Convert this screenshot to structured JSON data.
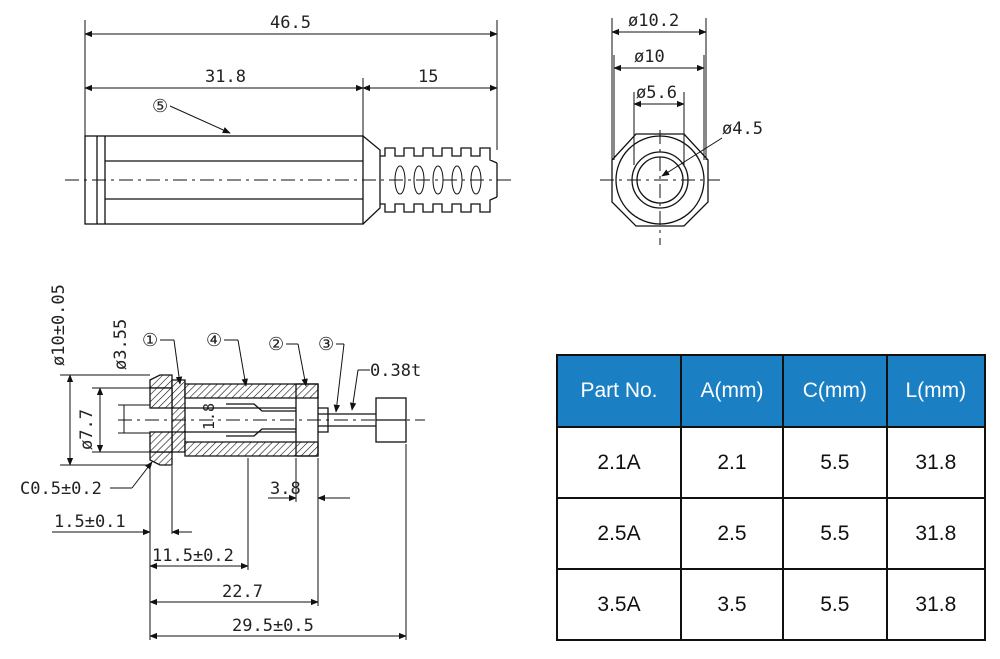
{
  "top_view": {
    "dim_total": "46.5",
    "dim_body": "31.8",
    "dim_tail": "15",
    "callout_5": "⑤"
  },
  "end_view": {
    "d_outer": "ø10.2",
    "d_body": "ø10",
    "d_hole": "ø5.6",
    "d_pin": "ø4.5"
  },
  "section_view": {
    "d_outer_tol": "ø10±0.05",
    "d_inner": "ø3.55",
    "d_bore": "ø7.7",
    "pin_dim": "1.8",
    "callout_1": "①",
    "callout_4": "④",
    "callout_2": "②",
    "callout_3": "③",
    "thickness": "0.38t",
    "chamfer": "C0.5±0.2",
    "dim_3_8": "3.8",
    "dim_1_5": "1.5±0.1",
    "dim_11_5": "11.5±0.2",
    "dim_22_7": "22.7",
    "dim_29_5": "29.5±0.5"
  },
  "spec_table": {
    "headers": [
      "Part No.",
      "A(mm)",
      "C(mm)",
      "L(mm)"
    ],
    "rows": [
      [
        "2.1A",
        "2.1",
        "5.5",
        "31.8"
      ],
      [
        "2.5A",
        "2.5",
        "5.5",
        "31.8"
      ],
      [
        "3.5A",
        "3.5",
        "5.5",
        "31.8"
      ]
    ],
    "header_color": "#1a7fc3"
  }
}
